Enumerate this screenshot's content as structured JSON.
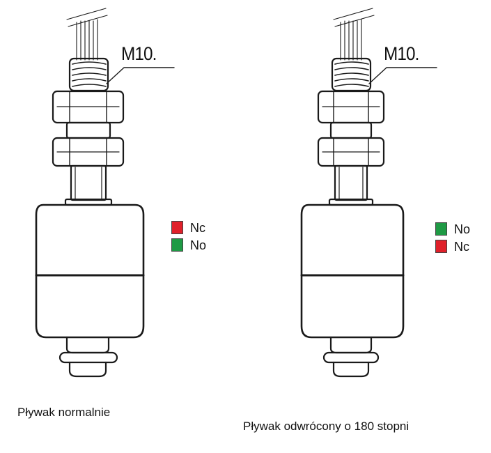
{
  "left": {
    "thread_label": "M10.",
    "legend": [
      {
        "label": "Nc",
        "color": "#e0202a"
      },
      {
        "label": "No",
        "color": "#1f9a45"
      }
    ],
    "caption": "Pływak normalnie"
  },
  "right": {
    "thread_label": "M10.",
    "legend": [
      {
        "label": "No",
        "color": "#1f9a45"
      },
      {
        "label": "Nc",
        "color": "#e0202a"
      }
    ],
    "caption": "Pływak odwrócony o 180 stopni"
  }
}
